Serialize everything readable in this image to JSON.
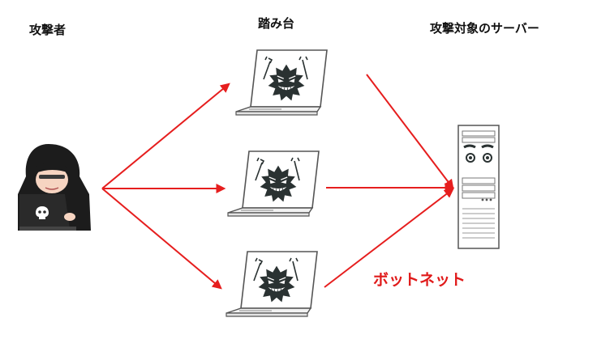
{
  "labels": {
    "attacker": "攻撃者",
    "stepping_stone": "踏み台",
    "target_server": "攻撃対象のサーバー",
    "botnet": "ボットネット"
  },
  "colors": {
    "arrow": "#e61e1e",
    "botnet_text": "#e01a1a",
    "virus": "#2a3232",
    "hood": "#1c1c1c",
    "laptop_outline": "#555555"
  },
  "icons": {
    "attacker": "hooded-hacker-icon",
    "bot_laptop": "infected-laptop-icon",
    "server": "server-tower-icon"
  }
}
